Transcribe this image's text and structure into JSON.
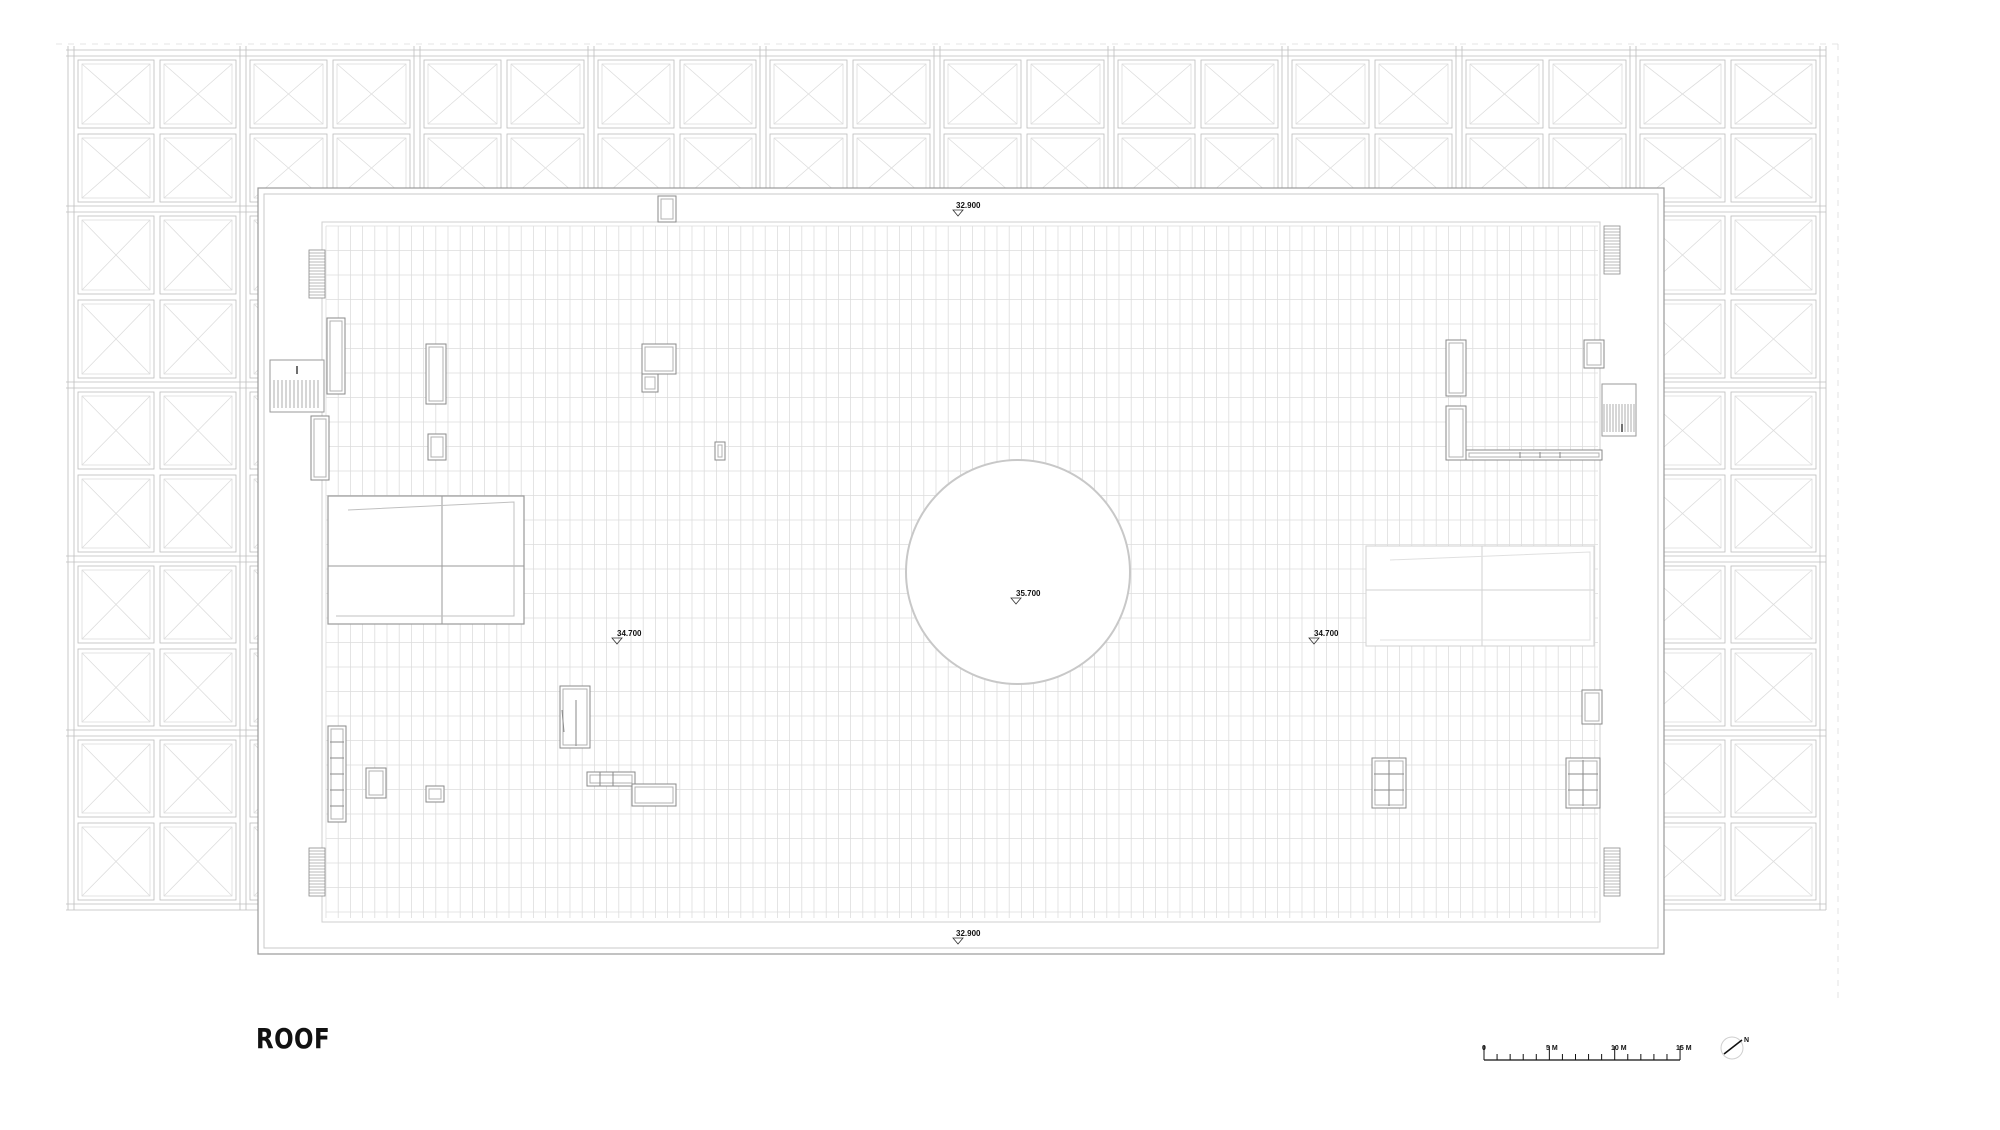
{
  "drawing": {
    "title": "ROOF"
  },
  "levels": {
    "top": "32.900",
    "bottom": "32.900",
    "center": "35.700",
    "left": "34.700",
    "right": "34.700"
  },
  "scale_bar": {
    "labels": [
      "0",
      "5 M",
      "10 M",
      "15 M"
    ]
  },
  "north_arrow": {
    "label": "N"
  },
  "colors": {
    "line": "#bdbdbd",
    "faint_line": "#dddddd",
    "dark_line": "#8a8a8a",
    "text": "#111111",
    "background": "#ffffff"
  }
}
